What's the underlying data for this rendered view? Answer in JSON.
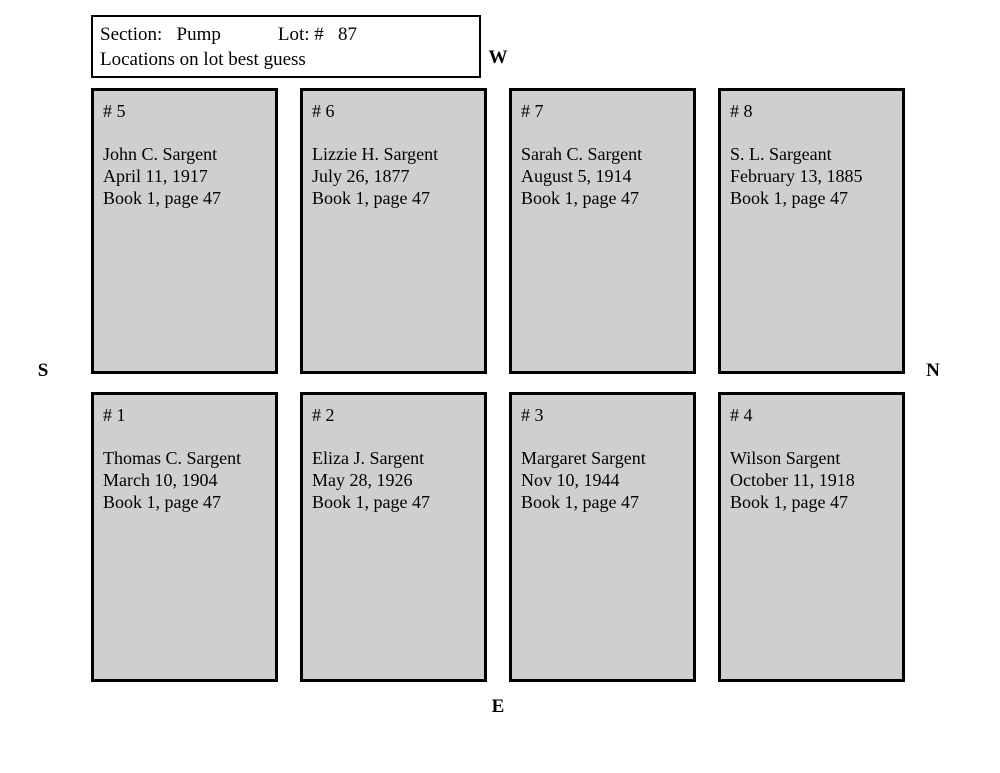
{
  "header": {
    "line1": "Section:   Pump            Lot: #   87",
    "line2": "Locations on lot best guess"
  },
  "compass": {
    "west": "W",
    "east": "E",
    "south": "S",
    "north": "N"
  },
  "rows": [
    {
      "plots": [
        {
          "number": "# 5",
          "name": "John C. Sargent",
          "date": "April 11, 1917",
          "reference": "Book 1, page 47"
        },
        {
          "number": "# 6",
          "name": "Lizzie H. Sargent",
          "date": "July 26, 1877",
          "reference": "Book 1, page 47"
        },
        {
          "number": "# 7",
          "name": "Sarah C. Sargent",
          "date": "August 5, 1914",
          "reference": "Book 1, page 47"
        },
        {
          "number": "# 8",
          "name": "S. L. Sargeant",
          "date": "February 13, 1885",
          "reference": "Book 1, page 47"
        }
      ]
    },
    {
      "plots": [
        {
          "number": "# 1",
          "name": "Thomas C. Sargent",
          "date": "March 10, 1904",
          "reference": "Book 1, page 47"
        },
        {
          "number": "# 2",
          "name": "Eliza J. Sargent",
          "date": "May 28, 1926",
          "reference": "Book 1, page 47"
        },
        {
          "number": "# 3",
          "name": "Margaret Sargent",
          "date": "Nov 10, 1944",
          "reference": "Book 1, page 47"
        },
        {
          "number": "# 4",
          "name": "Wilson Sargent",
          "date": "October 11, 1918",
          "reference": "Book 1, page 47"
        }
      ]
    }
  ],
  "colors": {
    "plot_fill": "#cfcfcf",
    "border": "#000000",
    "background": "#ffffff"
  }
}
